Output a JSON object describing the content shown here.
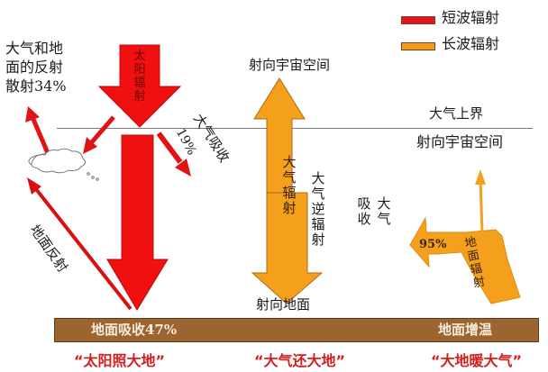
{
  "legend": {
    "items": [
      {
        "label": "短波辐射",
        "color": "#e0141c"
      },
      {
        "label": "长波辐射",
        "color": "#f29b1e"
      }
    ]
  },
  "colors": {
    "shortwave": "#f01010",
    "shortwave_dark": "#b80c0c",
    "longwave": "#f5a01c",
    "longwave_dark": "#b06a10",
    "ground": "#9b6431",
    "slogan": "#d41e1e"
  },
  "labels": {
    "reflect_scatter": [
      "大气和地",
      "面的反射",
      "散射34%"
    ],
    "solar_radiation": "太阳辐射",
    "atm_absorb": "大气吸收",
    "atm_absorb_pct": "19%",
    "ground_reflect": "地面反射",
    "to_space_top": "射向宇宙空间",
    "atm_radiation": "大气辐射",
    "atm_counter_radiation": "大气逆辐射",
    "to_ground": "射向地面",
    "toa": "大气上界",
    "to_space_right": "射向宇宙空间",
    "atm_absorb_right_col1": "吸收",
    "atm_absorb_right_col2": "大气",
    "ground_radiation": "地面辐射",
    "ground_radiation_pct": "95%"
  },
  "ground_bar": {
    "left_text": "地面吸收47%",
    "right_text": "地面增温"
  },
  "slogans": [
    "“太阳照大地”",
    "“大气还大地”",
    "“大地暖大气”"
  ]
}
